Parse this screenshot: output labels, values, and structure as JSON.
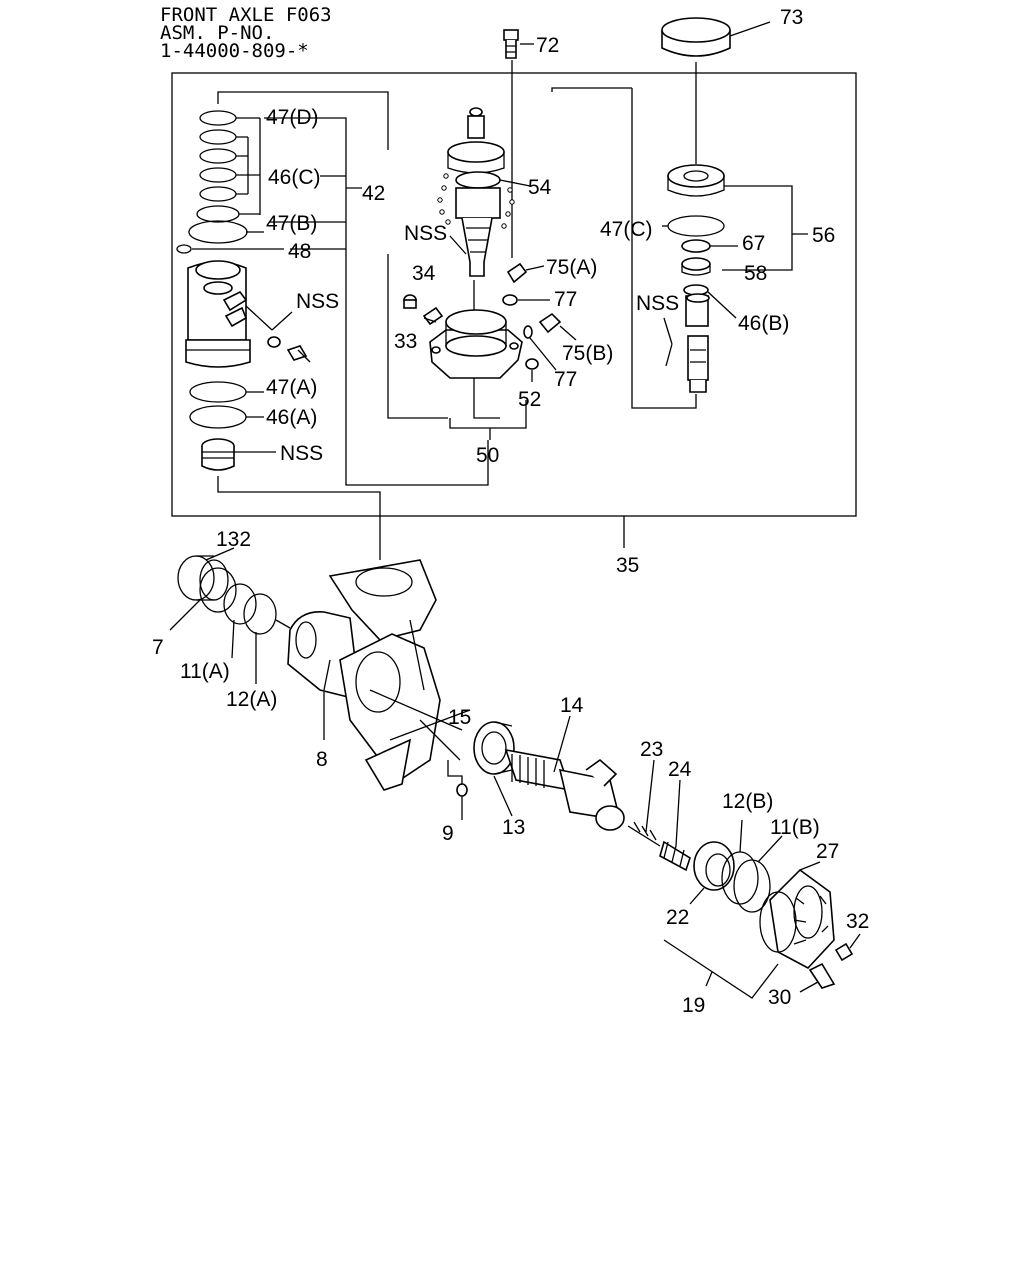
{
  "header": {
    "line1": "FRONT AXLE F063",
    "line2": "ASM. P-NO.",
    "line3": "1-44000-809-*"
  },
  "labels": {
    "l72": "72",
    "l73": "73",
    "l47d": "47(D)",
    "l46c": "46(C)",
    "l42": "42",
    "l47b": "47(B)",
    "l48": "48",
    "l54": "54",
    "nss1": "NSS",
    "l34": "34",
    "l75a": "75(A)",
    "l77a": "77",
    "l33": "33",
    "l75b": "75(B)",
    "l77b": "77",
    "l52": "52",
    "l47c": "47(C)",
    "l67": "67",
    "l56": "56",
    "l58": "58",
    "nss2": "NSS",
    "l46b": "46(B)",
    "nss3": "NSS",
    "l47a": "47(A)",
    "l46a": "46(A)",
    "nss4": "NSS",
    "l50": "50",
    "l35": "35",
    "l132": "132",
    "l7": "7",
    "l11a": "11(A)",
    "l12a": "12(A)",
    "l8": "8",
    "l15": "15",
    "l14": "14",
    "l9": "9",
    "l13": "13",
    "l23": "23",
    "l24": "24",
    "l12b": "12(B)",
    "l11b": "11(B)",
    "l27": "27",
    "l22": "22",
    "l32": "32",
    "l30": "30",
    "l19": "19"
  }
}
